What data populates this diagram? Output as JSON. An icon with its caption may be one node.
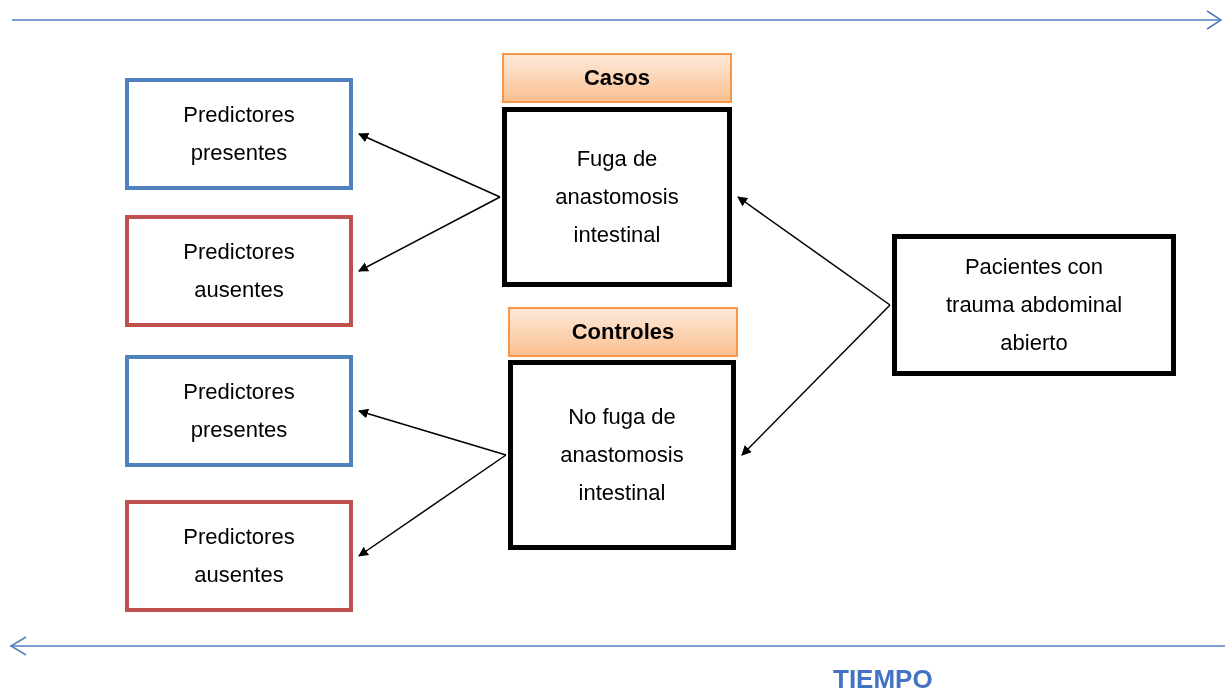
{
  "diagram": {
    "nodes": [
      {
        "text": [
          "Predictores presentes"
        ]
      },
      {
        "text": [
          "Predictores ausentes"
        ]
      },
      {
        "text": [
          "Predictores presentes"
        ]
      },
      {
        "text": [
          "Predictores ausentes"
        ]
      },
      {
        "text": [
          "Casos"
        ]
      },
      {
        "text": [
          "Fuga de anastomosis intestinal"
        ]
      },
      {
        "text": [
          "Controles"
        ]
      },
      {
        "text": [
          "No fuga de anastomosis intestinal"
        ]
      },
      {
        "text": [
          "Pacientes con trauma abdominal abierto"
        ]
      }
    ],
    "edges": [
      {
        "from": 5,
        "to": 0,
        "arrow": "to"
      },
      {
        "from": 5,
        "to": 1,
        "arrow": "to"
      },
      {
        "from": 7,
        "to": 2,
        "arrow": "to"
      },
      {
        "from": 7,
        "to": 3,
        "arrow": "to"
      },
      {
        "from": 8,
        "to": 5,
        "arrow": "to"
      },
      {
        "from": 8,
        "to": 7,
        "arrow": "to"
      }
    ],
    "labels": [
      "TIEMPO"
    ]
  }
}
